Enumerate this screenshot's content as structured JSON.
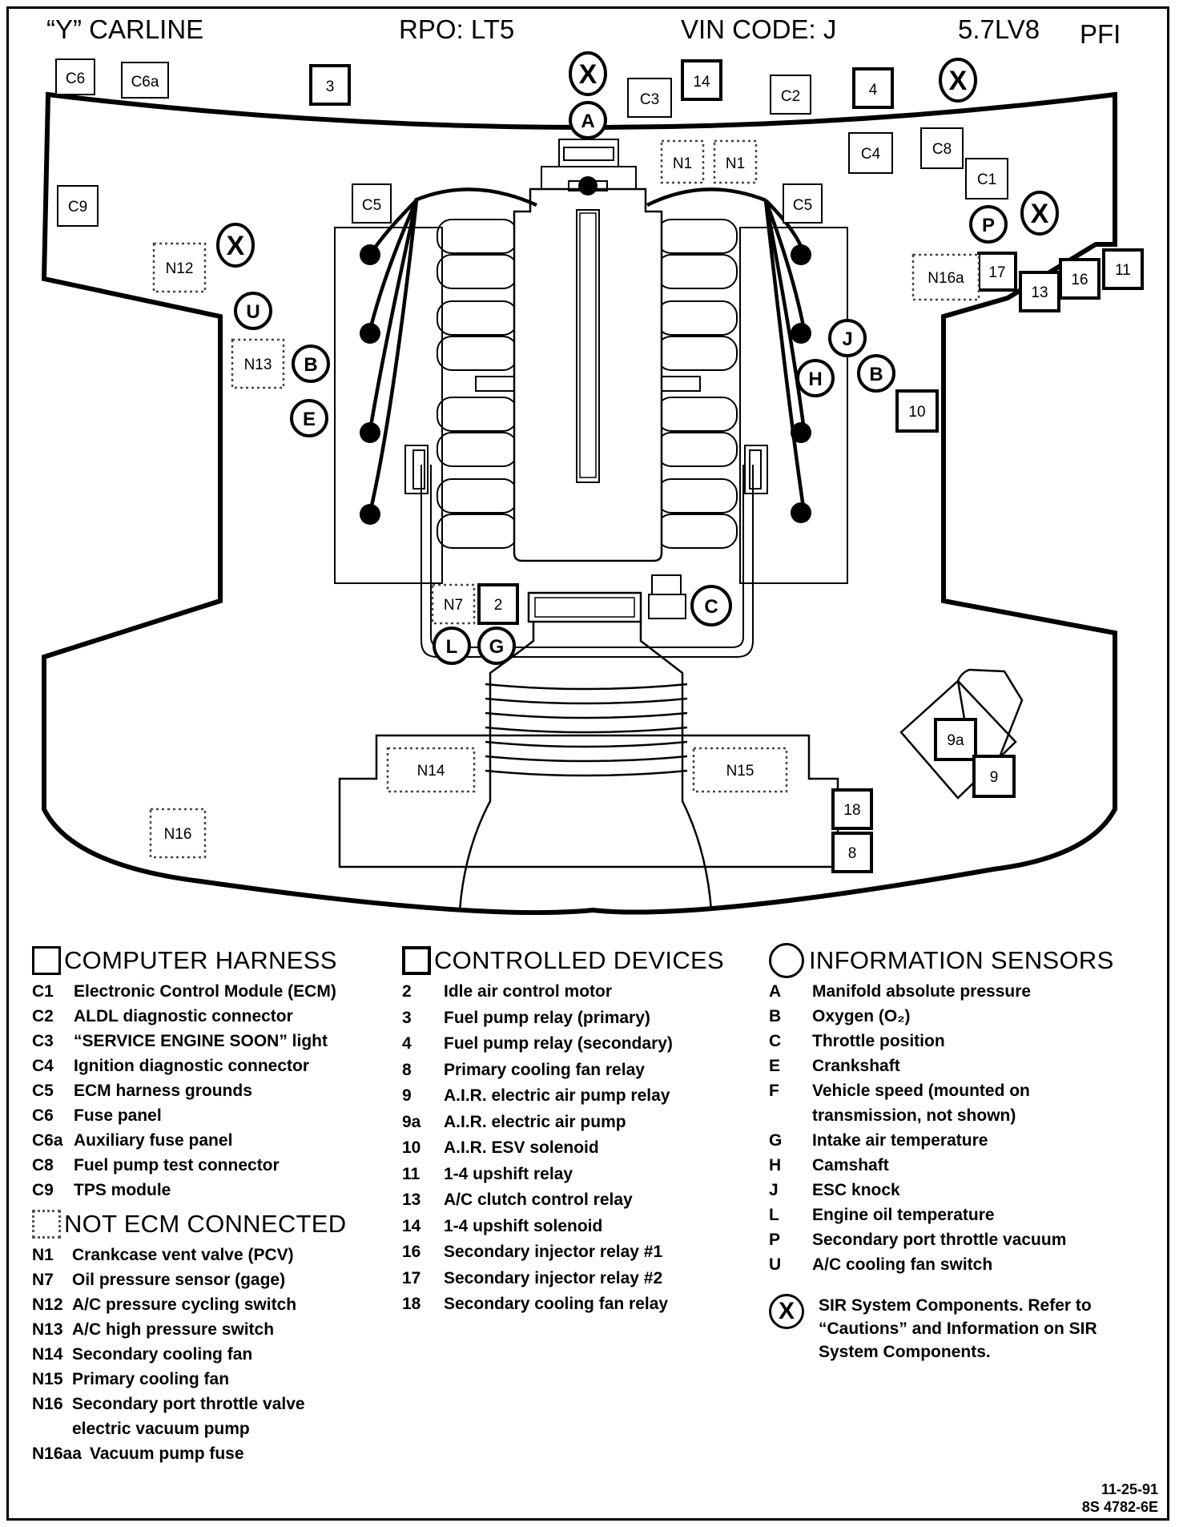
{
  "header": {
    "carline": "“Y” CARLINE",
    "rpo": "RPO:  LT5",
    "vin": "VIN CODE:  J",
    "engine": "5.7LV8",
    "fuel": "PFI"
  },
  "diagram_labels": {
    "C6": "C6",
    "C6a": "C6a",
    "N3": "3",
    "X": "X",
    "A": "A",
    "C3": "C3",
    "N14top": "14",
    "C2": "C2",
    "N4": "4",
    "N1": "N1",
    "C4": "C4",
    "C8": "C8",
    "C1": "C1",
    "P": "P",
    "C9": "C9",
    "C5": "C5",
    "N12": "N12",
    "U": "U",
    "N16a": "N16a",
    "N17": "17",
    "N13box": "13",
    "N16box": "16",
    "N11": "11",
    "N13": "N13",
    "B": "B",
    "E": "E",
    "J": "J",
    "H": "H",
    "N10": "10",
    "N7": "N7",
    "N2": "2",
    "C": "C",
    "L": "L",
    "G": "G",
    "N9a": "9a",
    "N9": "9",
    "N14": "N14",
    "N15": "N15",
    "N18": "18",
    "N8": "8",
    "N16": "N16"
  },
  "legend": {
    "computer_harness": {
      "title": "COMPUTER HARNESS",
      "items": [
        {
          "code": "C1",
          "desc": "Electronic Control Module (ECM)"
        },
        {
          "code": "C2",
          "desc": "ALDL diagnostic connector"
        },
        {
          "code": "C3",
          "desc": "“SERVICE ENGINE SOON” light"
        },
        {
          "code": "C4",
          "desc": "Ignition diagnostic connector"
        },
        {
          "code": "C5",
          "desc": "ECM harness grounds"
        },
        {
          "code": "C6",
          "desc": "Fuse panel"
        },
        {
          "code": "C6a",
          "desc": "Auxiliary fuse panel"
        },
        {
          "code": "C8",
          "desc": "Fuel pump test connector"
        },
        {
          "code": "C9",
          "desc": "TPS module"
        }
      ]
    },
    "not_ecm": {
      "title": "NOT ECM CONNECTED",
      "items": [
        {
          "code": "N1",
          "desc": "Crankcase vent valve (PCV)"
        },
        {
          "code": "N7",
          "desc": "Oil pressure sensor (gage)"
        },
        {
          "code": "N12",
          "desc": "A/C pressure cycling switch"
        },
        {
          "code": "N13",
          "desc": "A/C high pressure switch"
        },
        {
          "code": "N14",
          "desc": "Secondary cooling fan"
        },
        {
          "code": "N15",
          "desc": "Primary cooling fan"
        },
        {
          "code": "N16",
          "desc": "Secondary port throttle valve"
        },
        {
          "code": "",
          "desc": "electric vacuum pump"
        },
        {
          "code": "N16aa",
          "desc": "Vacuum pump fuse"
        }
      ]
    },
    "controlled_devices": {
      "title": "CONTROLLED DEVICES",
      "items": [
        {
          "code": "2",
          "desc": "Idle air control motor"
        },
        {
          "code": "3",
          "desc": "Fuel pump relay (primary)"
        },
        {
          "code": "4",
          "desc": "Fuel pump relay (secondary)"
        },
        {
          "code": "8",
          "desc": "Primary cooling fan relay"
        },
        {
          "code": "9",
          "desc": "A.I.R. electric air pump relay"
        },
        {
          "code": "9a",
          "desc": "A.I.R. electric air pump"
        },
        {
          "code": "10",
          "desc": "A.I.R. ESV solenoid"
        },
        {
          "code": "11",
          "desc": "1-4 upshift relay"
        },
        {
          "code": "13",
          "desc": "A/C clutch control relay"
        },
        {
          "code": "14",
          "desc": "1-4 upshift solenoid"
        },
        {
          "code": "16",
          "desc": "Secondary injector relay #1"
        },
        {
          "code": "17",
          "desc": "Secondary injector relay #2"
        },
        {
          "code": "18",
          "desc": "Secondary cooling fan relay"
        }
      ]
    },
    "information_sensors": {
      "title": "INFORMATION SENSORS",
      "items": [
        {
          "code": "A",
          "desc": "Manifold absolute pressure"
        },
        {
          "code": "B",
          "desc": "Oxygen (O₂)"
        },
        {
          "code": "C",
          "desc": "Throttle position"
        },
        {
          "code": "E",
          "desc": "Crankshaft"
        },
        {
          "code": "F",
          "desc": "Vehicle  speed  (mounted  on"
        },
        {
          "code": "",
          "desc": "transmission, not shown)"
        },
        {
          "code": "G",
          "desc": "Intake air temperature"
        },
        {
          "code": "H",
          "desc": "Camshaft"
        },
        {
          "code": "J",
          "desc": "ESC knock"
        },
        {
          "code": "L",
          "desc": "Engine oil temperature"
        },
        {
          "code": "P",
          "desc": "Secondary port throttle vacuum"
        },
        {
          "code": "U",
          "desc": "A/C cooling fan switch"
        }
      ]
    },
    "sir": {
      "mark": "X",
      "text": "SIR System Components.  Refer to “Cautions” and Information on SIR System Components."
    }
  },
  "stamp": {
    "date": "11-25-91",
    "code": "8S 4782-6E"
  }
}
